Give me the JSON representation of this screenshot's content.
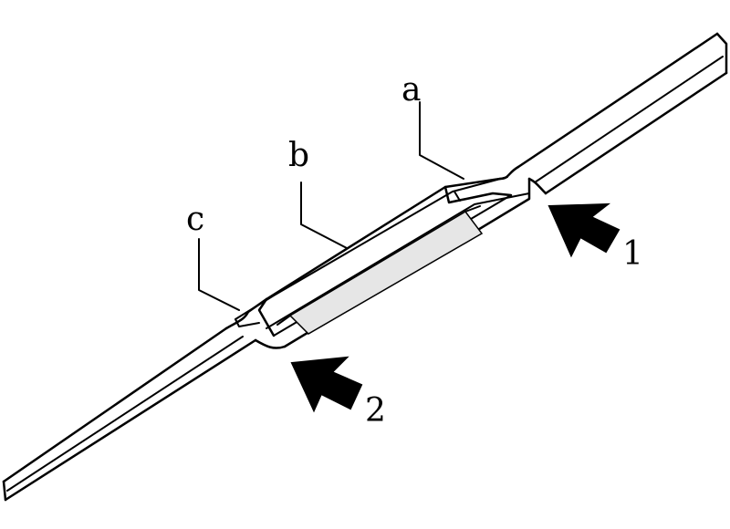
{
  "labels": {
    "a": "a",
    "b": "b",
    "c": "c",
    "one": "1",
    "two": "2"
  },
  "colors": {
    "line": "#000000",
    "shaded_zone": "#e6e6e6",
    "background": "#ffffff"
  }
}
